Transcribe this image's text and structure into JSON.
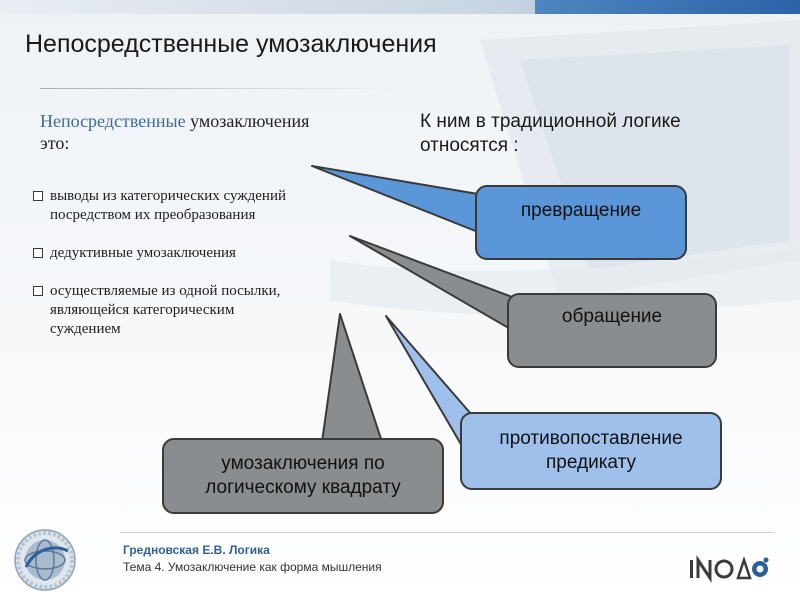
{
  "slide": {
    "title": "Непосредственные умозаключения",
    "intro": {
      "accent_word": "Непосредственные",
      "rest_line1": " умозаключения",
      "line2": "это:"
    },
    "bullets": [
      {
        "line1": "выводы из категорических суждений",
        "line2": "посредством их преобразования",
        "line3": ""
      },
      {
        "line1": "дедуктивные умозаключения",
        "line2": "",
        "line3": ""
      },
      {
        "line1": " осуществляемые из одной посылки,",
        "line2": "являющейся категорическим",
        "line3": "суждением"
      }
    ],
    "right_intro": {
      "line1": "К ним в традиционной логике",
      "line2": "относятся :"
    },
    "callouts": {
      "box1": {
        "line1": "превращение",
        "line2": ""
      },
      "box2": {
        "line1": "обращение",
        "line2": ""
      },
      "box3": {
        "line1": "противопоставление",
        "line2": "предикату"
      },
      "box4": {
        "line1": "умозаключения по",
        "line2": "логическому квадрату"
      }
    },
    "colors": {
      "blue_box": "#5b96d8",
      "gray_box": "#8a8d90",
      "light_blue_box": "#9ec0ea",
      "accent_text": "#3a6aa0",
      "footer_author": "#2d5f99"
    }
  },
  "footer": {
    "author": "Гредновская Е.В. Логика",
    "topic": "Тема 4. Умозаключение как форма мышления",
    "logo_left_icon": "internet-university-globe-logo",
    "logo_right_icon": "iodo-logo"
  }
}
